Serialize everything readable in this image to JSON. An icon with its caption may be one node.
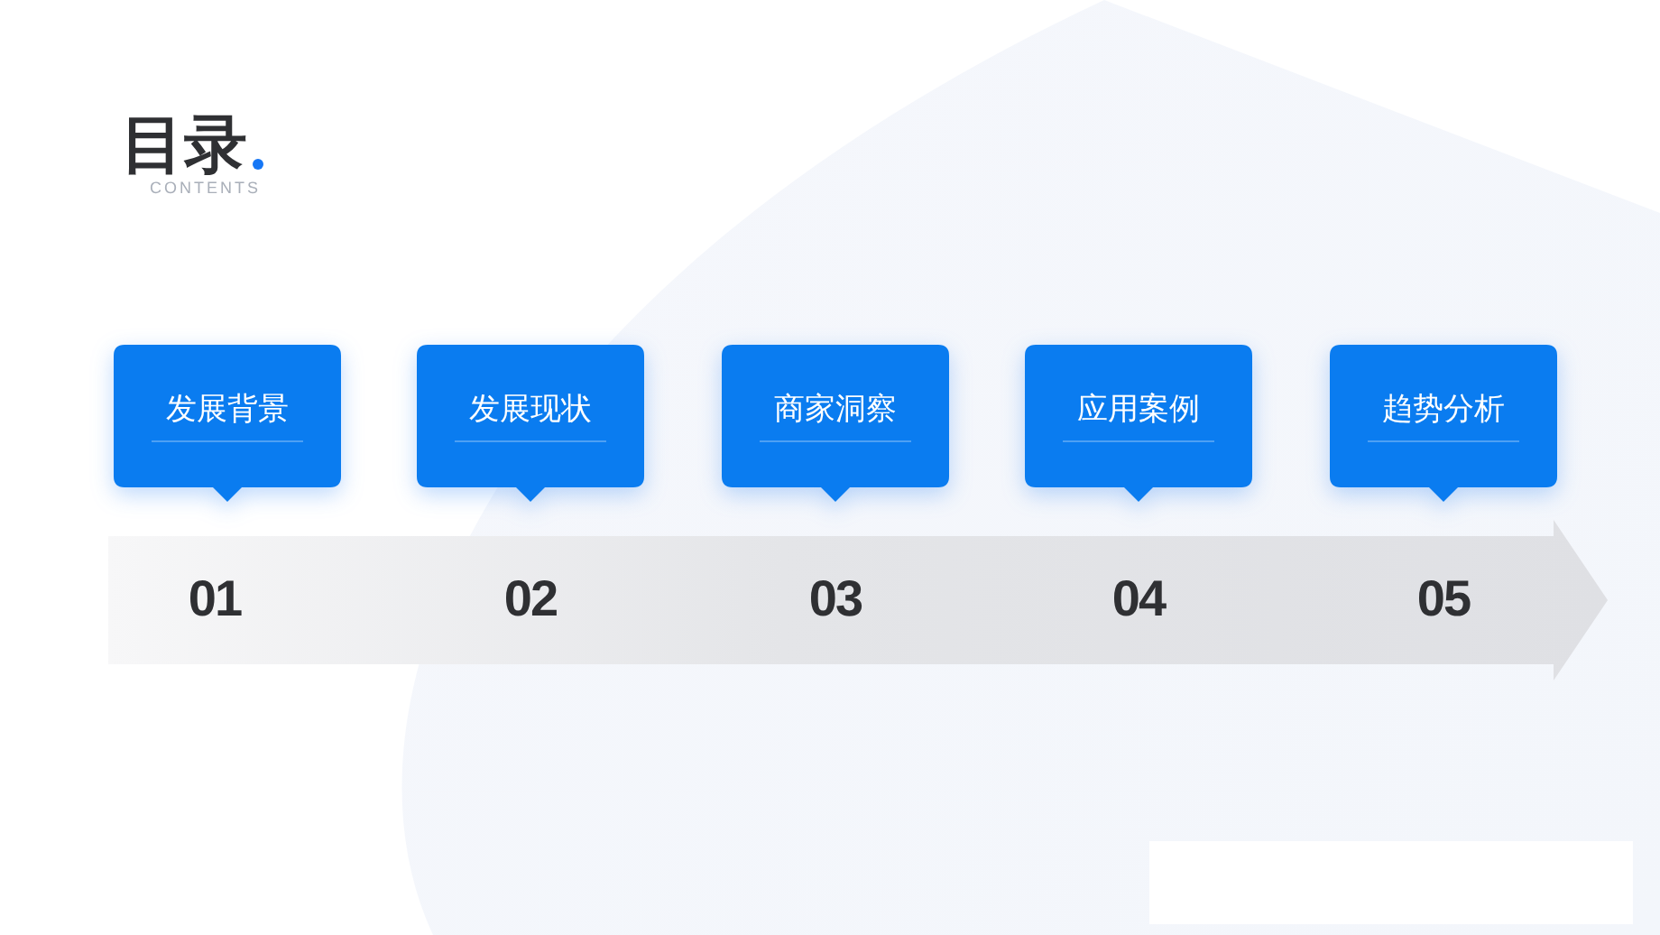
{
  "diagram": {
    "title": "目录",
    "nodes": [
      {
        "text": [
          "发展背景"
        ],
        "beside": [
          "01"
        ]
      },
      {
        "text": [
          "发展现状"
        ],
        "beside": [
          "02"
        ]
      },
      {
        "text": [
          "商家洞察"
        ],
        "beside": [
          "03"
        ]
      },
      {
        "text": [
          "应用案例"
        ],
        "beside": [
          "04"
        ]
      },
      {
        "text": [
          "趋势分析"
        ],
        "beside": [
          "05"
        ]
      }
    ],
    "labels": [
      "CONTENTS"
    ]
  }
}
